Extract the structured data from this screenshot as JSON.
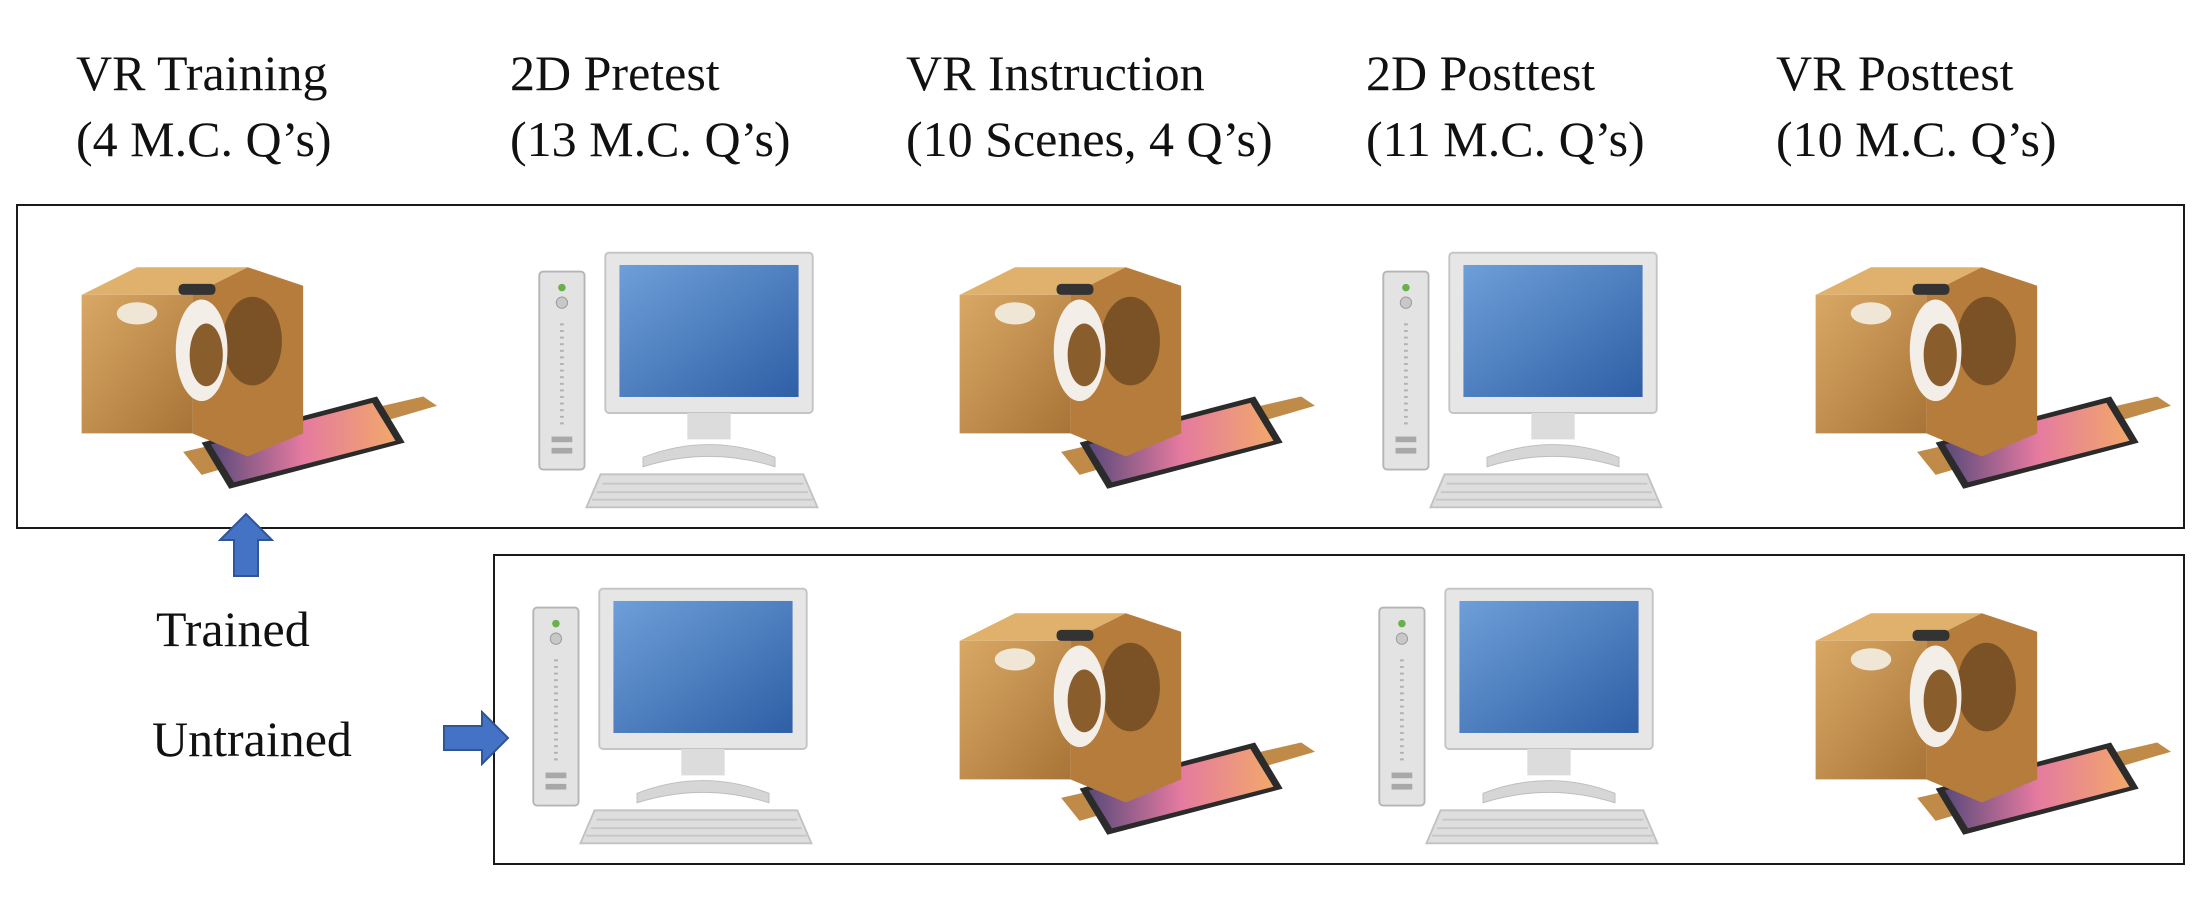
{
  "stages": [
    {
      "line1": "VR Training",
      "line2": "(4 M.C. Q’s)"
    },
    {
      "line1": "2D Pretest",
      "line2": "(13 M.C. Q’s)"
    },
    {
      "line1": "VR Instruction",
      "line2": "(10 Scenes, 4 Q’s)"
    },
    {
      "line1": "2D Posttest",
      "line2": "(11 M.C. Q’s)"
    },
    {
      "line1": "VR Posttest",
      "line2": "(10 M.C. Q’s)"
    }
  ],
  "groups": {
    "trained": {
      "label": "Trained",
      "sequence": [
        "vr-headset-icon",
        "desktop-computer-icon",
        "vr-headset-icon",
        "desktop-computer-icon",
        "vr-headset-icon"
      ]
    },
    "untrained": {
      "label": "Untrained",
      "sequence": [
        "desktop-computer-icon",
        "vr-headset-icon",
        "desktop-computer-icon",
        "vr-headset-icon"
      ]
    }
  },
  "colors": {
    "arrow": "#4472c4",
    "cardboard": "#c9944f",
    "screen": "#3f73b8"
  }
}
